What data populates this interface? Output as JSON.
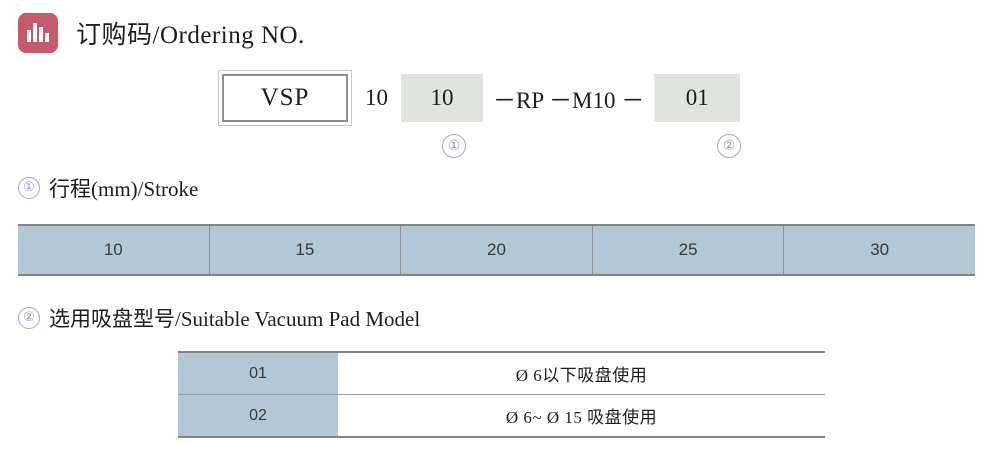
{
  "header": {
    "icon": "bar-chart-icon",
    "icon_color": "#c45a6b",
    "title": "订购码/Ordering NO."
  },
  "ordering_code": {
    "prefix": "VSP",
    "segments": [
      {
        "text": "10",
        "highlighted": false
      },
      {
        "text": "10",
        "highlighted": true,
        "marker": "①"
      },
      {
        "text": "－RP －M10 －",
        "highlighted": false
      },
      {
        "text": "01",
        "highlighted": true,
        "marker": "②"
      }
    ],
    "part_10": "10",
    "part_stroke": "10",
    "separator_mid": "－RP －M10 －",
    "part_pad": "01",
    "marker_1": "①",
    "marker_2": "②",
    "highlight_color": "#dfe4df"
  },
  "sections": [
    {
      "marker": "①",
      "title": "行程(mm)/Stroke",
      "table": {
        "type": "single-row",
        "cells": [
          "10",
          "15",
          "20",
          "25",
          "30"
        ],
        "cell_color": "#b3c7d4"
      }
    },
    {
      "marker": "②",
      "title": "选用吸盘型号/Suitable Vacuum Pad Model",
      "table": {
        "type": "two-column",
        "rows": [
          {
            "code": "01",
            "description": "Ø 6以下吸盘使用"
          },
          {
            "code": "02",
            "description": "Ø 6~ Ø 15 吸盘使用"
          }
        ],
        "code_color": "#b3c7d4"
      }
    }
  ]
}
